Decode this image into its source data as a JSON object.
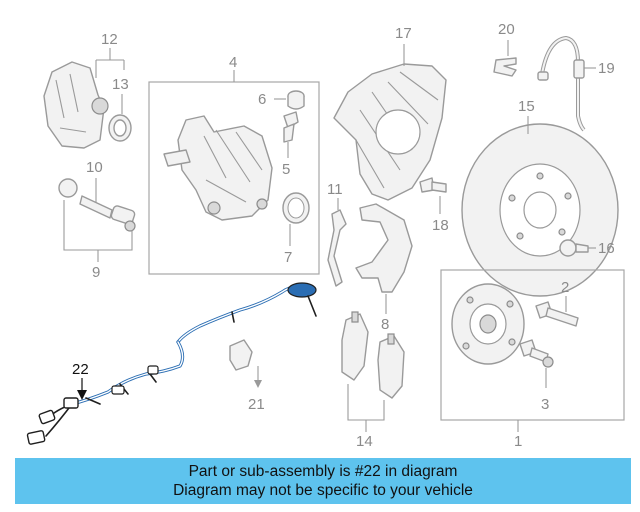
{
  "callouts": [
    {
      "id": "label-20",
      "text": "20"
    },
    {
      "id": "label-12",
      "text": "12"
    },
    {
      "id": "label-4",
      "text": "4"
    },
    {
      "id": "label-17",
      "text": "17"
    },
    {
      "id": "label-19",
      "text": "19"
    },
    {
      "id": "label-13",
      "text": "13"
    },
    {
      "id": "label-6",
      "text": "6"
    },
    {
      "id": "label-15",
      "text": "15"
    },
    {
      "id": "label-10",
      "text": "10"
    },
    {
      "id": "label-5",
      "text": "5"
    },
    {
      "id": "label-11",
      "text": "11"
    },
    {
      "id": "label-18",
      "text": "18"
    },
    {
      "id": "label-16",
      "text": "16"
    },
    {
      "id": "label-7",
      "text": "7"
    },
    {
      "id": "label-9",
      "text": "9"
    },
    {
      "id": "label-2",
      "text": "2"
    },
    {
      "id": "label-8",
      "text": "8"
    },
    {
      "id": "label-22",
      "text": "22"
    },
    {
      "id": "label-21",
      "text": "21"
    },
    {
      "id": "label-3",
      "text": "3"
    },
    {
      "id": "label-14",
      "text": "14"
    },
    {
      "id": "label-1",
      "text": "1"
    }
  ],
  "highlight_part": "22",
  "colors": {
    "banner": "#5ec3ee",
    "highlight_wire": "#2a6db3",
    "label_gray": "#8a8a8a"
  },
  "banner": {
    "line1": "Part or sub-assembly is #22 in diagram",
    "line2": "Diagram may not be specific to your vehicle"
  }
}
